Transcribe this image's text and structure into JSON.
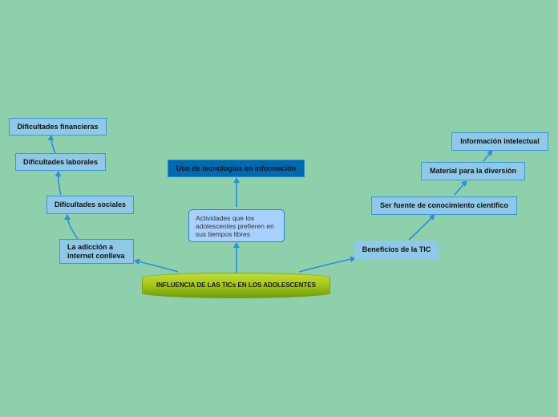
{
  "diagram": {
    "background": "#8dd0ab",
    "edge_color": "#2b8fe0",
    "root": {
      "label": "INFLUENCIA DE LAS TICs EN LOS ADOLESCENTES"
    },
    "center_top": {
      "label": "Uso de tecnologías en información"
    },
    "center_mid": {
      "label": "Actividades que los adolescentes prefieren en sus tiempos libres"
    },
    "left": [
      {
        "label": "La adicción a internet conlleva"
      },
      {
        "label": "Dificultades sociales"
      },
      {
        "label": "Dificultades laborales"
      },
      {
        "label": "Dificultades financieras"
      }
    ],
    "right": [
      {
        "label": "Beneficios de la TIC"
      },
      {
        "label": "Ser fuente de conocimiento científico"
      },
      {
        "label": "Material para la diversión"
      },
      {
        "label": "Información intelectual"
      }
    ]
  }
}
